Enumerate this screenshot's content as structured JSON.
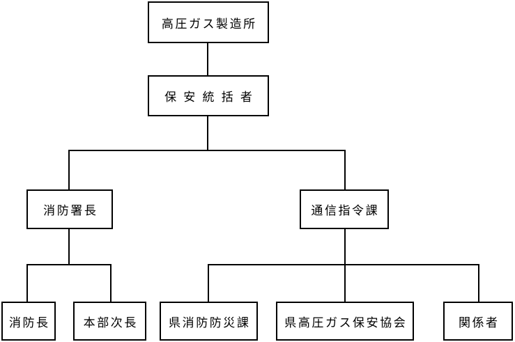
{
  "org_chart": {
    "root": "高圧ガス製造所",
    "supervisor": "保安統括者",
    "fire_chief": "消防署長",
    "dispatch": "通信指令課",
    "chief": "消防長",
    "deputy": "本部次長",
    "prefecture_disaster": "県消防防災課",
    "gas_safety_assoc": "県高圧ガス保安協会",
    "related_parties": "関係者"
  }
}
